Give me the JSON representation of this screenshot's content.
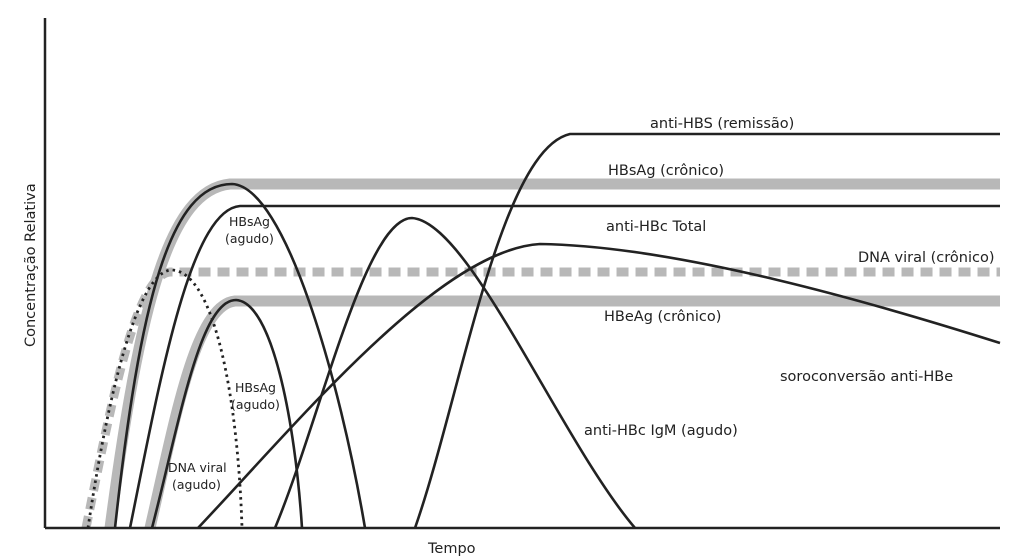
{
  "axes": {
    "x_title": "Tempo",
    "y_title": "Concentração Relativa"
  },
  "colors": {
    "black_curve": "#222222",
    "gray_band": "#b8b8b8",
    "gray_dash": "#b8b8b8",
    "background": "#ffffff"
  },
  "labels": {
    "anti_hbs_remissao": "anti-HBS (remissão)",
    "hbsag_cronico": "HBsAg (crônico)",
    "anti_hbc_total": "anti-HBc Total",
    "dna_viral_cronico": "DNA viral (crônico)",
    "hbeag_cronico": "HBeAg (crônico)",
    "soroconversao_anti_hbe": "soroconversão anti-HBe",
    "anti_hbc_igm_agudo": "anti-HBc IgM (agudo)",
    "hbsag_agudo_upper_line1": "HBsAg",
    "hbsag_agudo_upper_line2": "(agudo)",
    "hbsag_agudo_lower_line1": "HBsAg",
    "hbsag_agudo_lower_line2": "(agudo)",
    "dna_viral_agudo_line1": "DNA viral",
    "dna_viral_agudo_line2": "(agudo)"
  }
}
